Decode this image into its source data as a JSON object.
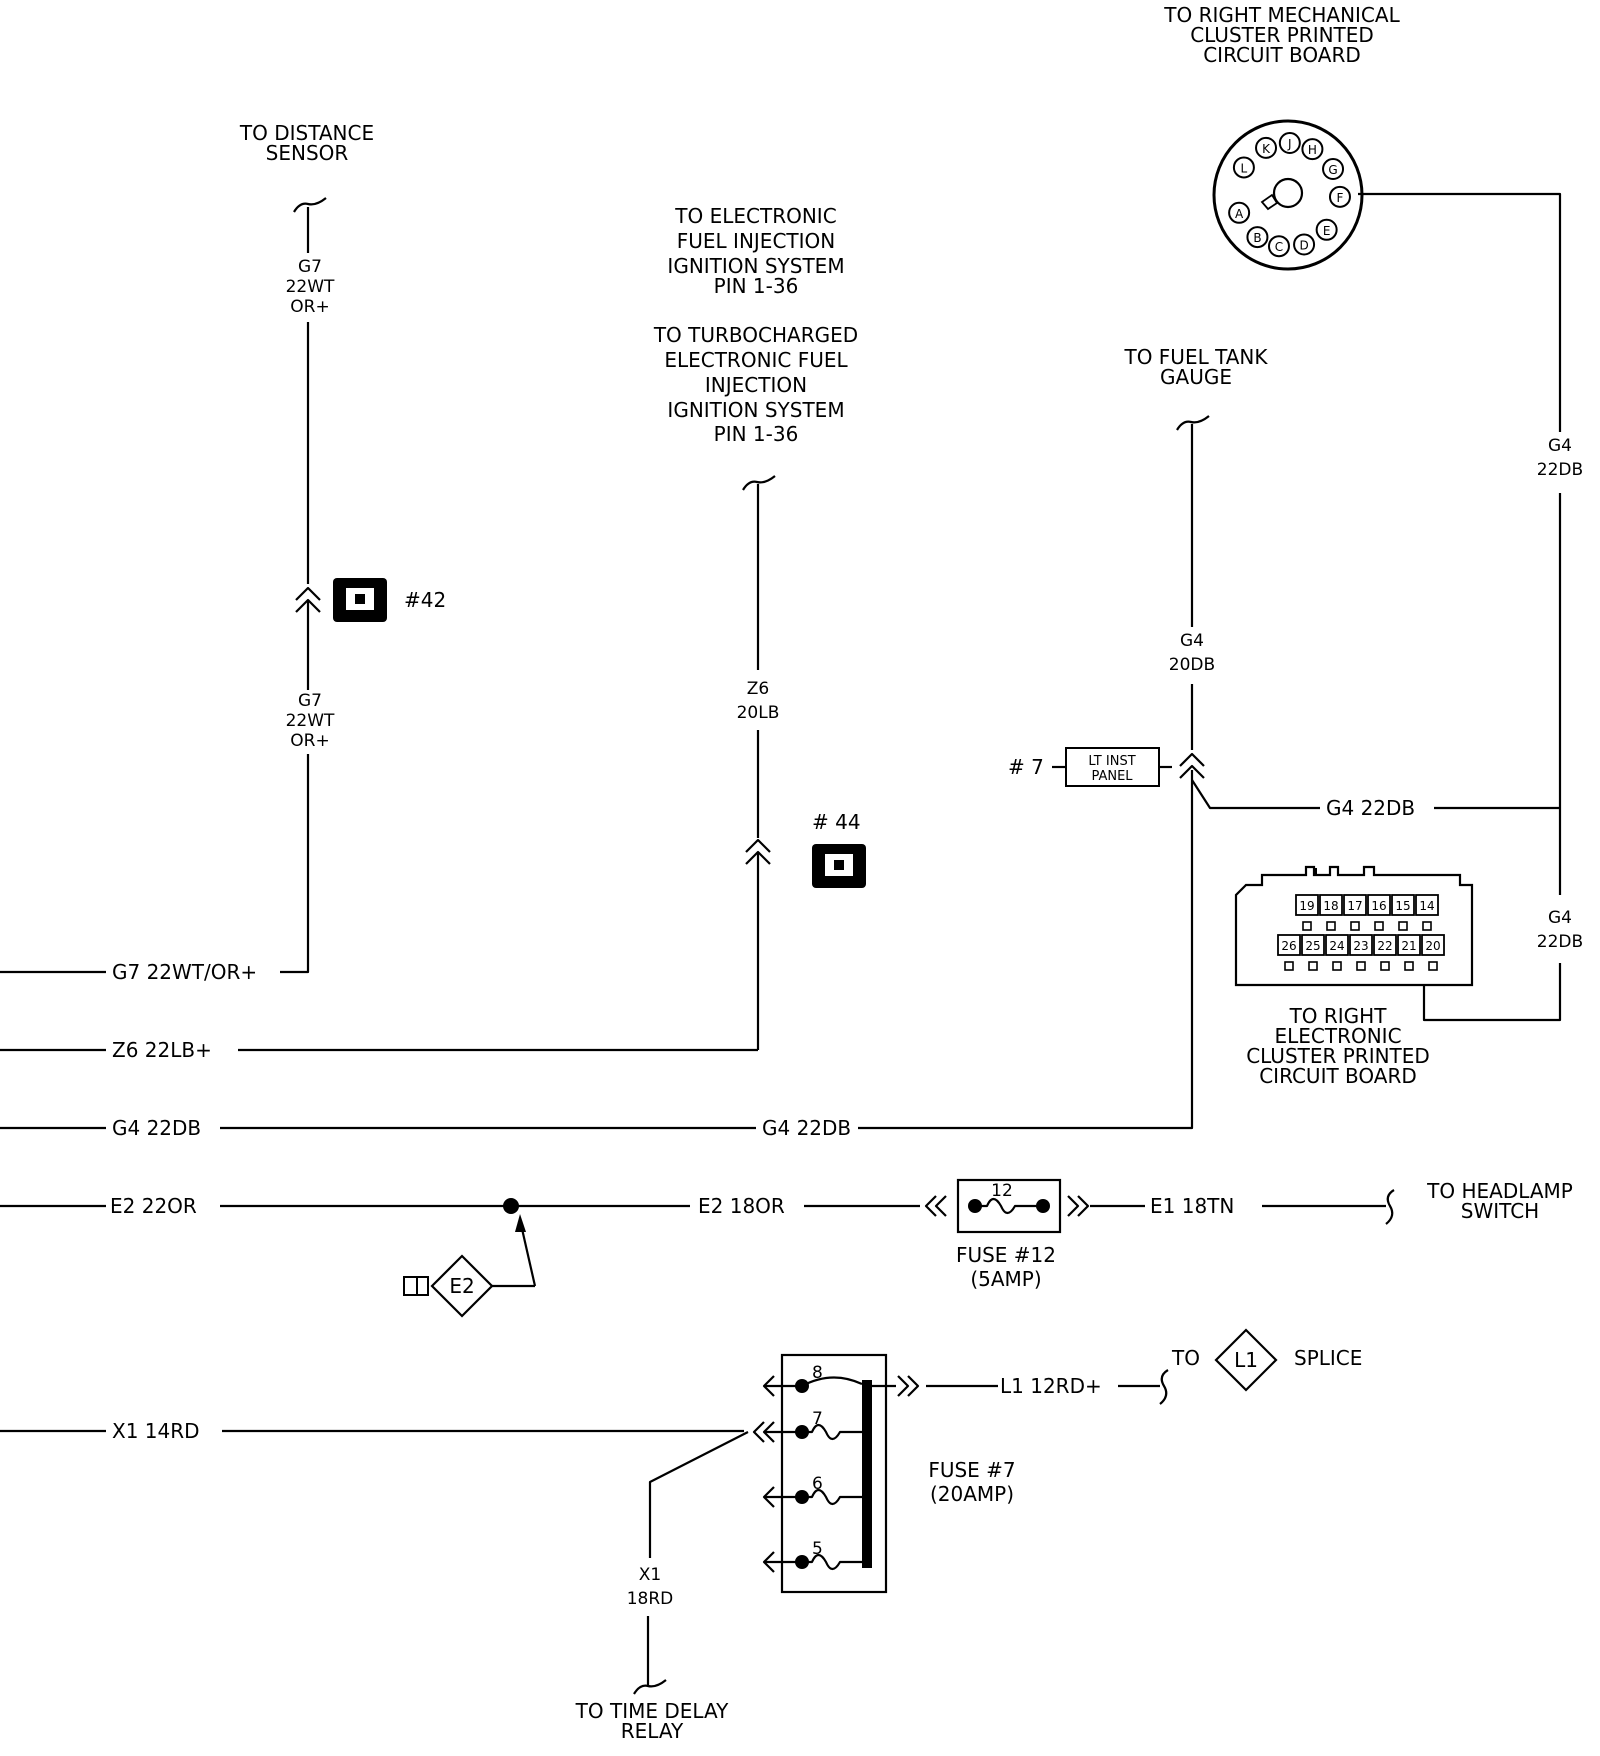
{
  "labels": {
    "right_mech_cluster": [
      "TO RIGHT MECHANICAL",
      "CLUSTER PRINTED",
      "CIRCUIT BOARD"
    ],
    "distance_sensor": [
      "TO DISTANCE",
      "SENSOR"
    ],
    "efi_1": [
      "TO ELECTRONIC",
      "FUEL INJECTION",
      "IGNITION SYSTEM",
      "PIN 1-36"
    ],
    "efi_2": [
      "TO TURBOCHARGED",
      "ELECTRONIC FUEL",
      "INJECTION",
      "IGNITION SYSTEM",
      "PIN 1-36"
    ],
    "fuel_tank_gauge": [
      "TO FUEL TANK",
      "GAUGE"
    ],
    "right_elec_cluster": [
      "TO RIGHT",
      "ELECTRONIC",
      "CLUSTER PRINTED",
      "CIRCUIT BOARD"
    ],
    "headlamp_switch": [
      "TO HEADLAMP",
      "SWITCH"
    ],
    "time_delay_relay": [
      "TO TIME DELAY",
      "RELAY"
    ],
    "splice_to": "TO",
    "splice_word": "SPLICE",
    "splice_id": "L1",
    "e2_ref_id": "E2",
    "lt_inst_panel": [
      "LT INST",
      "PANEL"
    ],
    "connector_42": "#42",
    "connector_44": "# 44",
    "connector_7": "# 7",
    "fuse12_num": "12",
    "fuse12_caption": [
      "FUSE #12",
      "(5AMP)"
    ],
    "fuse7_caption": [
      "FUSE #7",
      "(20AMP)"
    ],
    "fuse_block_cavities": [
      "8",
      "7",
      "6",
      "5"
    ]
  },
  "wires": {
    "g7_vertical": [
      "G7",
      "22WT",
      "OR+"
    ],
    "g7_horizontal": "G7 22WT/OR+",
    "z6_vertical": [
      "Z6",
      "20LB"
    ],
    "z6_horizontal": "Z6 22LB+",
    "g4_20db": [
      "G4",
      "20DB"
    ],
    "g4_22db_right_top": [
      "G4",
      "22DB"
    ],
    "g4_22db_right_bottom": [
      "G4",
      "22DB"
    ],
    "g4_22db_mid": "G4 22DB",
    "g4_22db_left": "G4 22DB",
    "g4_22db_center": "G4 22DB",
    "e2_22or": "E2 22OR",
    "e2_18or": "E2 18OR",
    "e1_18tn": "E1 18TN",
    "l1_12rd": "L1 12RD+",
    "x1_14rd": "X1 14RD",
    "x1_18rd": [
      "X1",
      "18RD"
    ]
  },
  "round_connector_pins": [
    "A",
    "B",
    "C",
    "D",
    "E",
    "F",
    "G",
    "H",
    "J",
    "K",
    "L"
  ],
  "electronic_cluster_pins": {
    "top": [
      "19",
      "18",
      "17",
      "16",
      "15",
      "14"
    ],
    "bottom": [
      "26",
      "25",
      "24",
      "23",
      "22",
      "21",
      "20"
    ]
  }
}
